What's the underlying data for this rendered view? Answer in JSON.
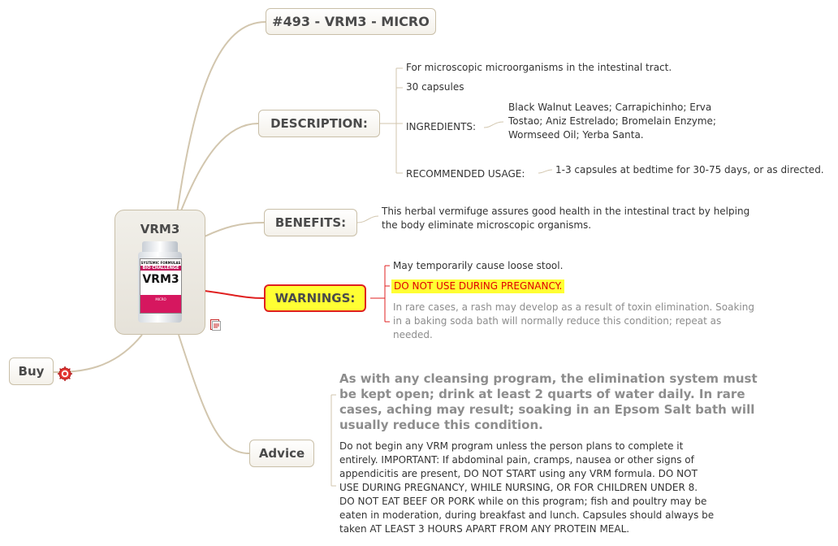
{
  "central": {
    "title": "VRM3",
    "product_image_text": {
      "line1": "SYSTEMIC FORMULAS",
      "line2": "BIO CHALLENGE",
      "name": "VRM3",
      "line3": "MICRO"
    }
  },
  "buy": {
    "label": "Buy"
  },
  "topics": {
    "title": {
      "label": "#493 - VRM3 - MICRO"
    },
    "description": {
      "label": "DESCRIPTION:",
      "items": {
        "purpose": "For microscopic microorganisms in the intestinal tract.",
        "count": "30 capsules",
        "ingredients_label": "INGREDIENTS:",
        "ingredients": [
          "Black Walnut Leaves; Carrapichinho; Erva",
          "Tostao; Aniz Estrelado; Bromelain Enzyme;",
          "Wormseed Oil; Yerba Santa."
        ],
        "usage_label": "RECOMMENDED USAGE:",
        "usage": "1-3 capsules at bedtime for 30-75 days, or as directed."
      }
    },
    "benefits": {
      "label": "BENEFITS:",
      "text": [
        "This herbal vermifuge assures good health in the intestinal tract by helping",
        "the body eliminate microscopic organisms."
      ]
    },
    "warnings": {
      "label": "WARNINGS:",
      "items": {
        "stool": "May temporarily cause loose stool.",
        "pregnancy": "DO NOT USE DURING PREGNANCY.",
        "rash": [
          "In rare cases, a rash may develop as a result of toxin elimination. Soaking",
          "in a baking soda bath will normally reduce this condition; repeat as",
          "needed."
        ]
      }
    },
    "advice": {
      "label": "Advice",
      "headline": [
        "As with any cleansing program, the elimination system must",
        "be kept open; drink at least 2 quarts of water daily. In rare",
        "cases, aching may result; soaking in an Epsom Salt bath will",
        "usually reduce this condition."
      ],
      "body": [
        "Do not begin any VRM program unless the person plans to complete it",
        "entirely. IMPORTANT: If abdominal pain, cramps, nausea or other signs of",
        "appendicitis are present, DO NOT START using any VRM formula. DO NOT",
        "USE DURING PREGNANCY, WHILE NURSING, OR FOR CHILDREN UNDER 8.",
        "DO NOT EAT BEEF OR PORK while on this program; fish and poultry may be",
        "eaten in moderation, during breakfast and lunch. Capsules should always be",
        "taken AT LEAST 3 HOURS APART FROM ANY PROTEIN MEAL."
      ]
    }
  },
  "icons": {
    "note": "note-icon",
    "target": "target-icon"
  },
  "colors": {
    "branch": "#d2c6ae",
    "warning_branch": "#e02020",
    "warning_fill": "#ffff33",
    "warning_text": "#e00000",
    "highlight": "#ffff33"
  }
}
